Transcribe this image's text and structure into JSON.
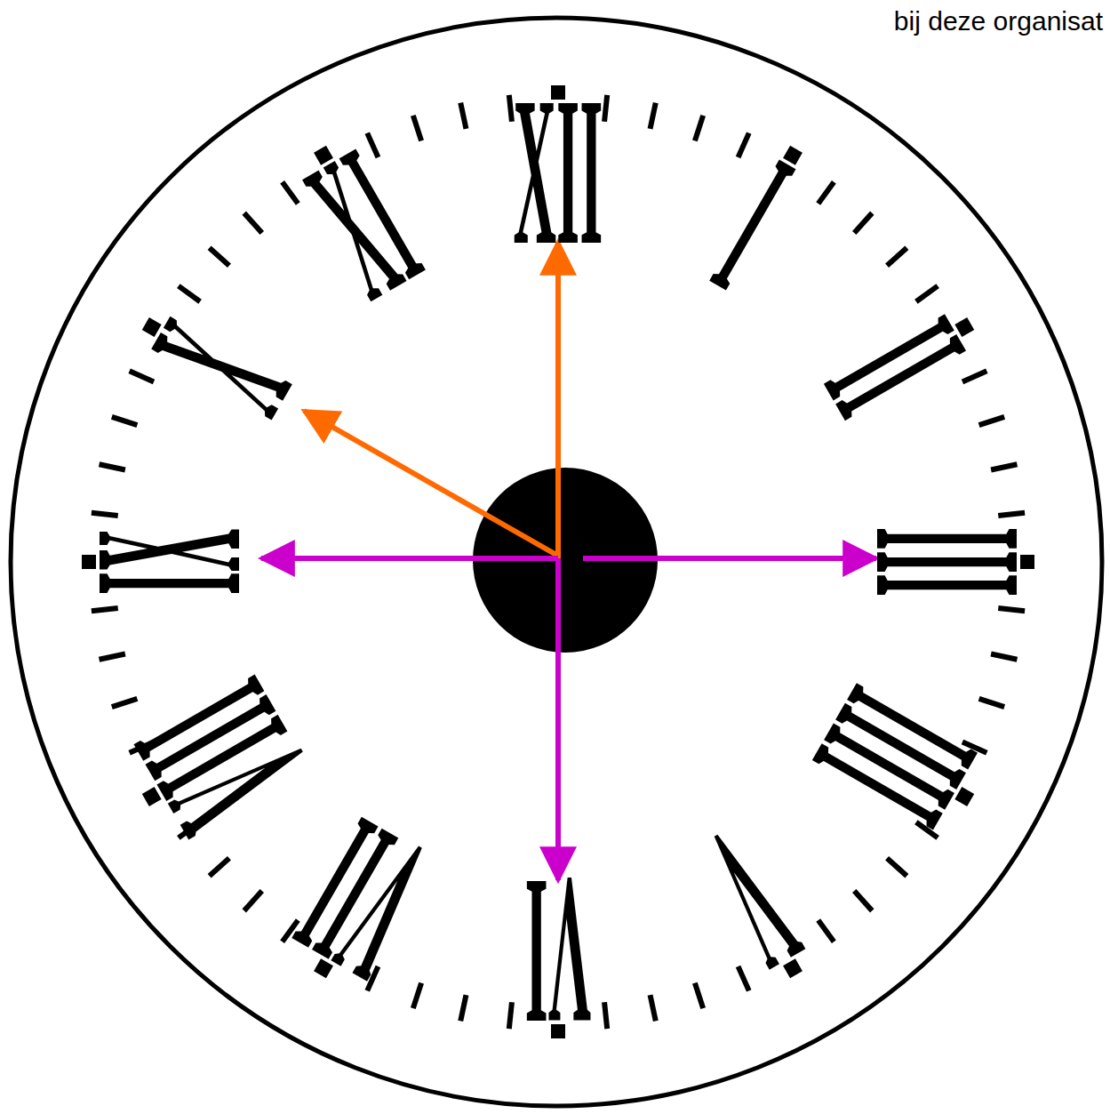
{
  "diagram": {
    "labels": [
      "bij deze organisat",
      "XII",
      "I",
      "II",
      "III",
      "IIII",
      "V",
      "VI",
      "VII",
      "VIII",
      "IX",
      "X",
      "XI"
    ]
  }
}
